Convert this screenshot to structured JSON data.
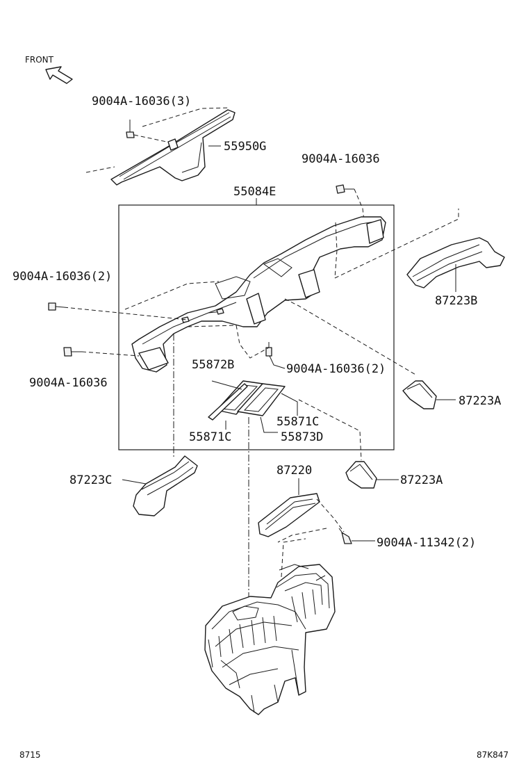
{
  "orientation": {
    "label": "FRONT"
  },
  "callouts": {
    "c_9004A_16036_3": "9004A-16036(3)",
    "c_55950G": "55950G",
    "c_9004A_16036_top_right": "9004A-16036",
    "c_55084E": "55084E",
    "c_9004A_16036_2_left": "9004A-16036(2)",
    "c_87223B": "87223B",
    "c_9004A_16036_left": "9004A-16036",
    "c_55872B": "55872B",
    "c_9004A_16036_2_center": "9004A-16036(2)",
    "c_87223A_upper": "87223A",
    "c_55871C_right": "55871C",
    "c_55871C_left": "55871C",
    "c_55873D": "55873D",
    "c_87223C": "87223C",
    "c_87220": "87220",
    "c_87223A_lower": "87223A",
    "c_9004A_11342_2": "9004A-11342(2)"
  },
  "footer": {
    "page_code_left": "8715",
    "page_code_right": "87K847"
  }
}
